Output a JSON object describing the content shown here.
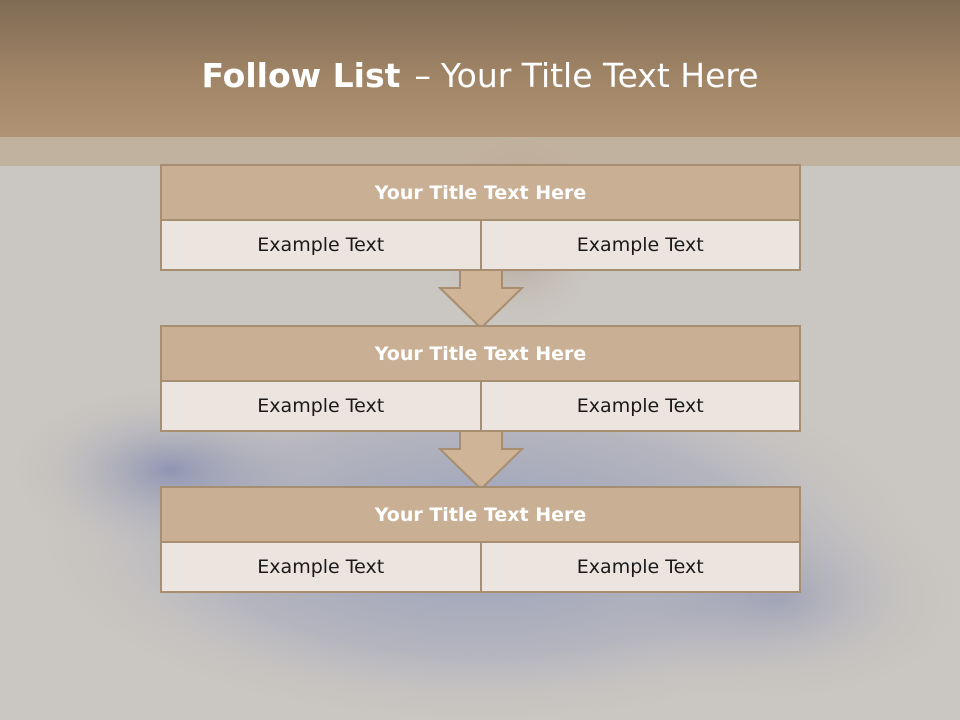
{
  "header": {
    "title_bold": "Follow List",
    "title_separator": "–",
    "title_rest": "Your Title Text Here"
  },
  "blocks": [
    {
      "title": "Your Title Text Here",
      "cells": [
        "Example Text",
        "Example Text"
      ]
    },
    {
      "title": "Your Title Text Here",
      "cells": [
        "Example Text",
        "Example Text"
      ]
    },
    {
      "title": "Your Title Text Here",
      "cells": [
        "Example Text",
        "Example Text"
      ]
    }
  ],
  "colors": {
    "header": "#a08466",
    "block_title": "#c9b095",
    "block_border": "#a88e70",
    "cell_background": "#ece4de",
    "arrow_fill": "#cfb497"
  }
}
